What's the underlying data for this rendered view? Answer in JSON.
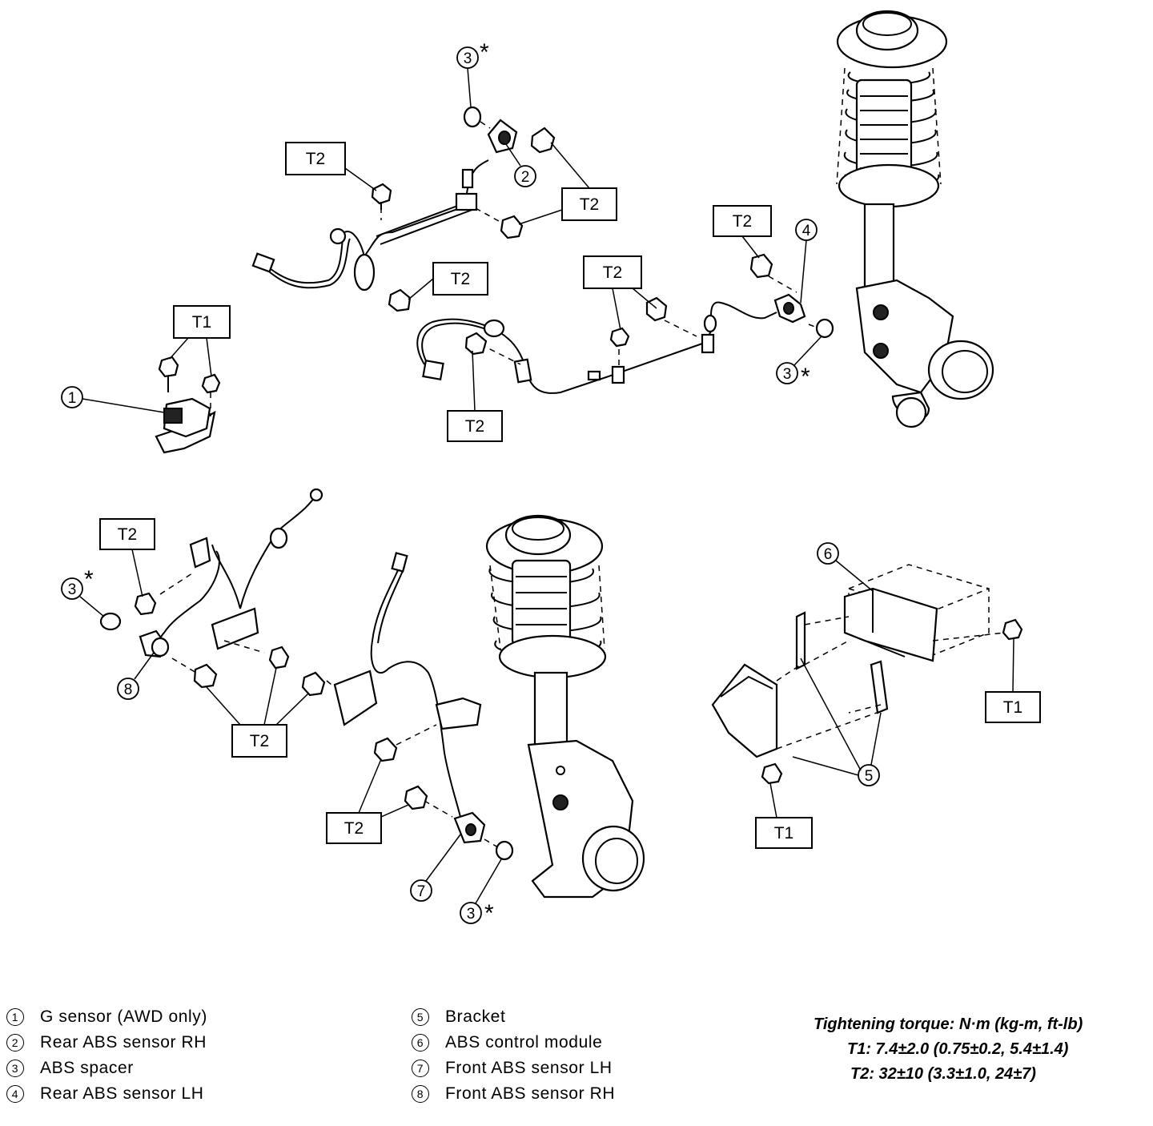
{
  "torque_labels": {
    "t1": "T1",
    "t2": "T2"
  },
  "callouts": {
    "n1": "1",
    "n2": "2",
    "n3": "3",
    "n4": "4",
    "n5": "5",
    "n6": "6",
    "n7": "7",
    "n8": "8",
    "star": "*"
  },
  "legend": {
    "items": [
      {
        "num": "1",
        "label": "G sensor (AWD only)"
      },
      {
        "num": "2",
        "label": "Rear ABS sensor RH"
      },
      {
        "num": "3",
        "label": "ABS spacer"
      },
      {
        "num": "4",
        "label": "Rear ABS sensor LH"
      },
      {
        "num": "5",
        "label": "Bracket"
      },
      {
        "num": "6",
        "label": "ABS control module"
      },
      {
        "num": "7",
        "label": "Front ABS sensor LH"
      },
      {
        "num": "8",
        "label": "Front ABS sensor RH"
      }
    ]
  },
  "torque_spec": {
    "heading": "Tightening torque: N·m (kg-m, ft-lb)",
    "t1": "T1: 7.4±2.0 (0.75±0.2, 5.4±1.4)",
    "t2": "T2: 32±10 (3.3±1.0, 24±7)"
  }
}
